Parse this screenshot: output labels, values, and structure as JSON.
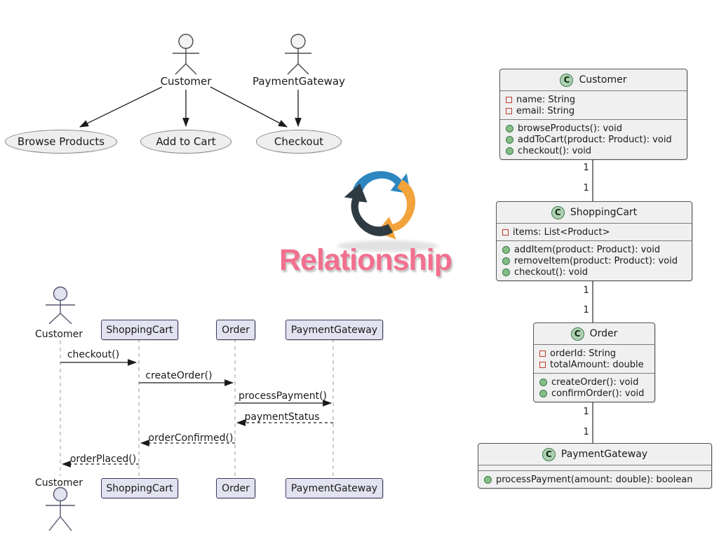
{
  "usecase_diagram": {
    "actors": [
      {
        "name": "Customer"
      },
      {
        "name": "PaymentGateway"
      }
    ],
    "usecases": [
      {
        "label": "Browse Products"
      },
      {
        "label": "Add to Cart"
      },
      {
        "label": "Checkout"
      }
    ]
  },
  "class_diagram": {
    "multiplicity": "1",
    "classes": [
      {
        "badge": "C",
        "name": "Customer",
        "attributes": [
          "name: String",
          "email: String"
        ],
        "methods": [
          "browseProducts(): void",
          "addToCart(product: Product): void",
          "checkout(): void"
        ]
      },
      {
        "badge": "C",
        "name": "ShoppingCart",
        "attributes": [
          "items: List<Product>"
        ],
        "methods": [
          "addItem(product: Product): void",
          "removeItem(product: Product): void",
          "checkout(): void"
        ]
      },
      {
        "badge": "C",
        "name": "Order",
        "attributes": [
          "orderId: String",
          "totalAmount: double"
        ],
        "methods": [
          "createOrder(): void",
          "confirmOrder(): void"
        ]
      },
      {
        "badge": "C",
        "name": "PaymentGateway",
        "attributes": [],
        "methods": [
          "processPayment(amount: double): boolean"
        ]
      }
    ]
  },
  "sequence_diagram": {
    "actor": "Customer",
    "participants": [
      {
        "name": "ShoppingCart"
      },
      {
        "name": "Order"
      },
      {
        "name": "PaymentGateway"
      }
    ],
    "messages": [
      {
        "label": "checkout()",
        "type": "solid"
      },
      {
        "label": "createOrder()",
        "type": "solid"
      },
      {
        "label": "processPayment()",
        "type": "solid"
      },
      {
        "label": "paymentStatus",
        "type": "dashed"
      },
      {
        "label": "orderConfirmed()",
        "type": "dashed"
      },
      {
        "label": "orderPlaced()",
        "type": "dashed"
      }
    ]
  },
  "logo": {
    "text": "Relationship"
  },
  "colors": {
    "logo-pink": "#f2708f",
    "logo-blue": "#2e86c1",
    "logo-orange": "#f2a33c",
    "logo-dark": "#2e3b43",
    "seq-fill": "#e2e2f0",
    "seq-border": "#3b3b5e",
    "class-fill": "#f0f0f0",
    "class-border": "#555555",
    "ellipse-fill": "#eeeeee",
    "ellipse-border": "#888888",
    "badge-fill": "#add1b2",
    "badge-border": "#3e7a52",
    "attr-icon": "#c0392b",
    "method-icon": "#84be84"
  }
}
